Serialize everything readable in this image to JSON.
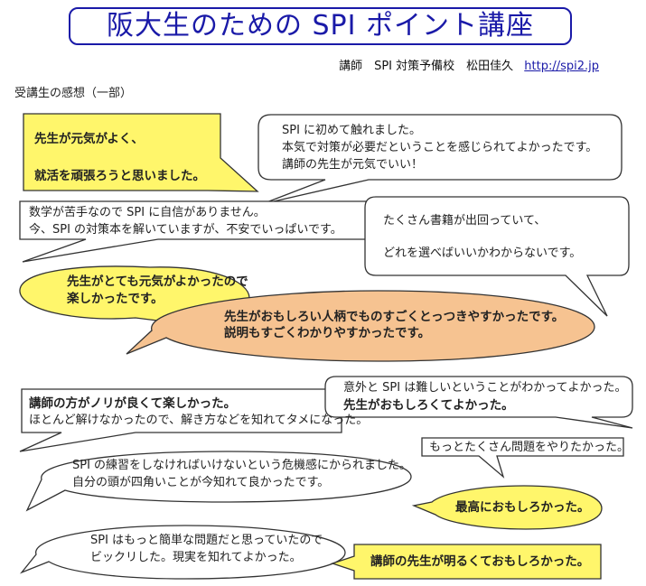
{
  "header": {
    "title": "阪大生のための SPI ポイント講座",
    "byline": "講師　SPI 対策予備校　松田佳久",
    "url": "http://spi2.jp"
  },
  "section_title": "受講生の感想（一部）",
  "comments": [
    {
      "lines": [
        "先生が元気がよく、",
        "就活を頑張ろうと思いました。"
      ]
    },
    {
      "lines": [
        "SPI に初めて触れました。",
        "本気で対策が必要だということを感じられてよかったです。",
        "講師の先生が元気でいい！"
      ]
    },
    {
      "lines": [
        "数学が苦手なので SPI に自信がありません。",
        "今、SPI の対策本を解いていますが、不安でいっぱいです。"
      ]
    },
    {
      "lines": [
        "たくさん書籍が出回っていて、",
        "どれを選べばいいかわからないです。"
      ]
    },
    {
      "lines": [
        "先生がとても元気がよかったので",
        "楽しかったです。"
      ]
    },
    {
      "lines": [
        "先生がおもしろい人柄でものすごくとっつきやすかったです。",
        "説明もすごくわかりやすかったです。"
      ]
    },
    {
      "lines": [
        "講師の方がノリが良くて楽しかった。",
        "ほとんど解けなかったので、解き方などを知れてタメになった。"
      ]
    },
    {
      "lines": [
        "意外と SPI は難しいということがわかってよかった。",
        "先生がおもしろくてよかった。"
      ]
    },
    {
      "lines": [
        "SPI の練習をしなければいけないという危機感にかられました。",
        "自分の頭が四角いことが今知れて良かったです。"
      ]
    },
    {
      "lines": [
        "もっとたくさん問題をやりたかった。"
      ]
    },
    {
      "lines": [
        "最高におもしろかった。"
      ]
    },
    {
      "lines": [
        "SPI はもっと簡単な問題だと思っていたので",
        "ビックリした。現実を知れてよかった。"
      ]
    },
    {
      "lines": [
        "講師の先生が明るくておもしろかった。"
      ]
    }
  ],
  "colors": {
    "title": "#1a1aa8",
    "yellow": "#fff66b",
    "orange": "#f6c391",
    "outline": "#333333"
  }
}
